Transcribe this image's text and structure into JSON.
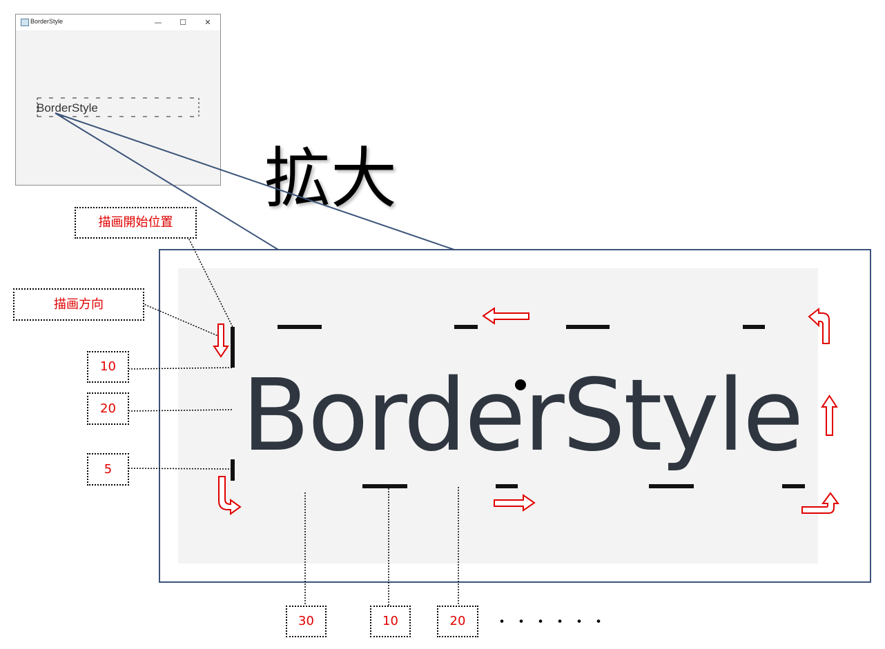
{
  "window": {
    "title": "BorderStyle",
    "minimize_glyph": "—",
    "maximize_glyph": "☐",
    "close_glyph": "✕",
    "label_text": "BorderStyle"
  },
  "heading": "拡大",
  "zoom": {
    "label_text": "BorderStyle"
  },
  "callouts": {
    "start_position": "描画開始位置",
    "direction": "描画方向",
    "seg_10_left": "10",
    "seg_20_left": "20",
    "seg_5_left": "5",
    "seg_30_bottom": "30",
    "seg_10_bottom": "10",
    "seg_20_bottom": "20"
  },
  "ellipsis": "・・・・・・",
  "colors": {
    "callout_text": "#e00000",
    "arrow": "#e00000",
    "zoom_border": "#3b5379",
    "panel_bg": "#f3f3f3"
  },
  "icons": [
    "window-app-icon",
    "down-arrow-icon",
    "left-arrow-icon",
    "right-arrow-icon",
    "up-arrow-icon",
    "bend-arrow-icon"
  ]
}
